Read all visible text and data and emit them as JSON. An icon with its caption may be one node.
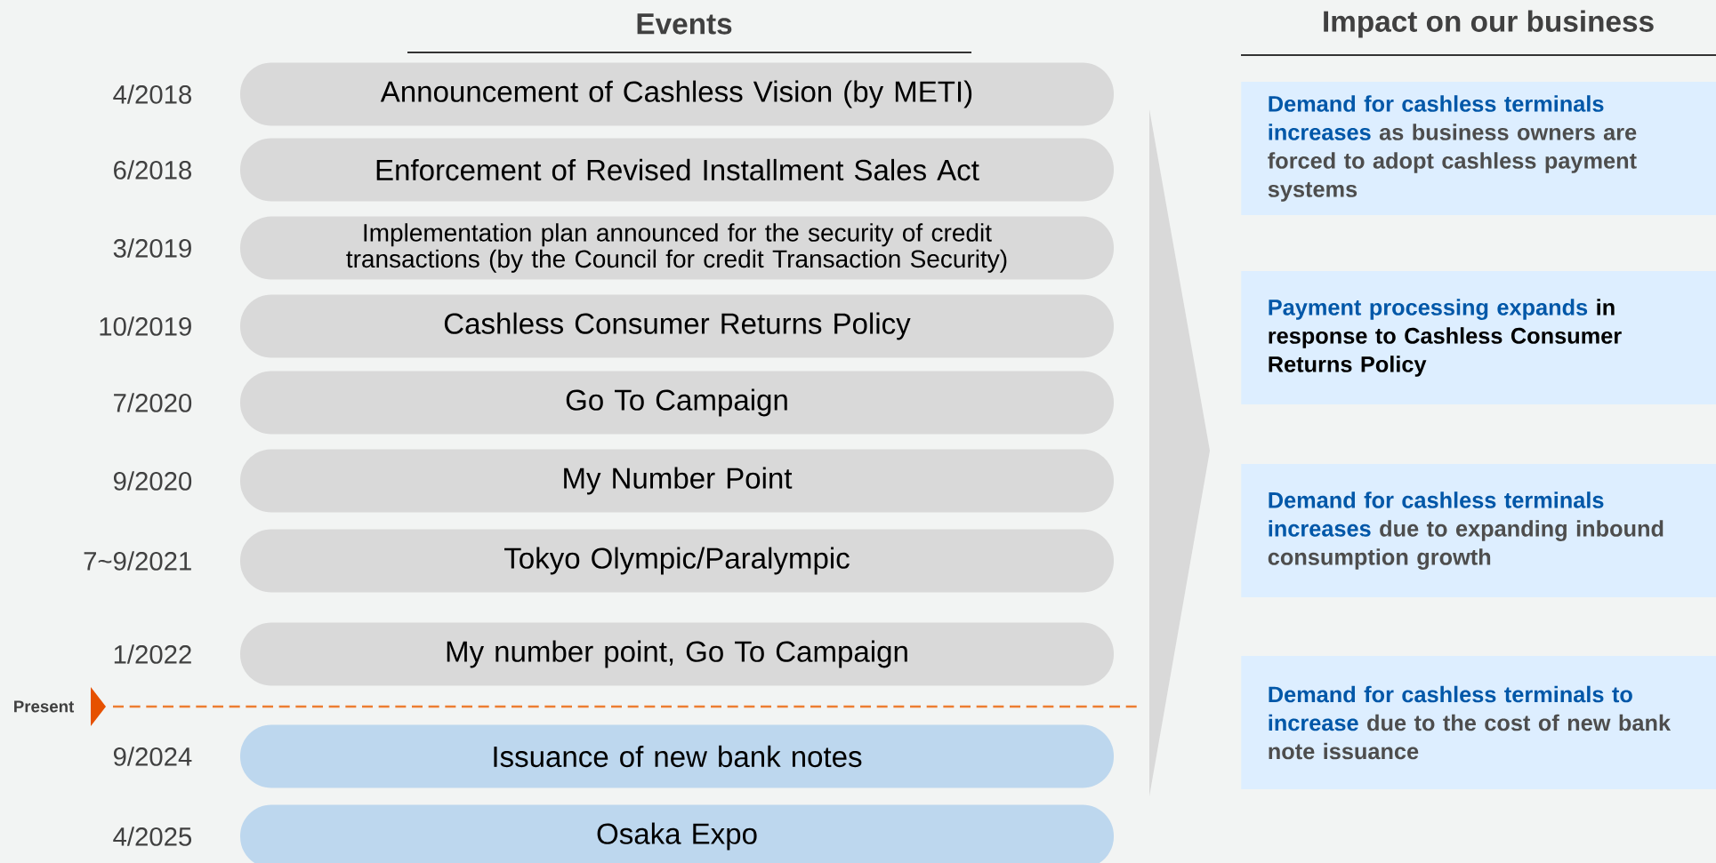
{
  "diagram": {
    "nodes": [
      {
        "text": [
          "Announcement of Cashless Vision (by METI)"
        ],
        "beside": [
          "4/2018"
        ]
      },
      {
        "text": [
          "Enforcement of Revised Installment Sales Act"
        ],
        "beside": [
          "6/2018"
        ]
      },
      {
        "text": [
          "Implementation plan announced for the security of credit transactions (by the Council for credit Transaction Security)"
        ],
        "beside": [
          "3/2019"
        ]
      },
      {
        "text": [
          "Cashless Consumer Returns Policy"
        ],
        "beside": [
          "10/2019"
        ]
      },
      {
        "text": [
          "Go To Campaign"
        ],
        "beside": [
          "7/2020"
        ]
      },
      {
        "text": [
          "My Number Point"
        ],
        "beside": [
          "9/2020"
        ]
      },
      {
        "text": [
          "Tokyo Olympic/Paralympic"
        ],
        "beside": [
          "7~9/2021"
        ]
      },
      {
        "text": [
          "My number point, Go To Campaign"
        ],
        "beside": [
          "1/2022"
        ]
      },
      {
        "text": [
          "Issuance of new bank notes"
        ],
        "beside": [
          "9/2024"
        ]
      },
      {
        "text": [
          "Osaka Expo"
        ],
        "beside": [
          "4/2025"
        ]
      },
      {
        "text": [
          "Demand for cashless terminals increases",
          "as business owners are forced to adopt cashless payment systems"
        ]
      },
      {
        "text": [
          "Payment processing expands",
          "in response to Cashless Consumer Returns Policy"
        ]
      },
      {
        "text": [
          "Demand for cashless terminals increases",
          "due to expanding inbound consumption growth"
        ]
      },
      {
        "text": [
          "Demand for cashless terminals to increase",
          "due to the cost of new bank note issuance"
        ]
      }
    ],
    "labels": [
      "Events",
      "Impact on our business",
      "Present"
    ]
  }
}
